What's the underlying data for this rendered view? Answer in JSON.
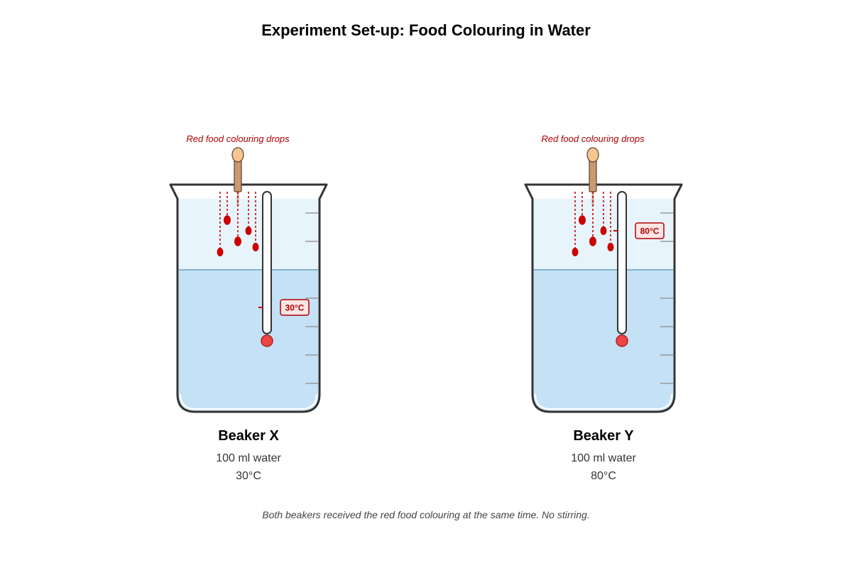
{
  "title": "Experiment Set-up: Food Colouring in Water",
  "footnote": "Both beakers received the red food colouring at the same time. No stirring.",
  "colors": {
    "water_fill": "#c4e1f5",
    "glass_fill": "#e8f4fc",
    "water_line": "#6a9fc4",
    "beaker_outline": "#333333",
    "drop_red": "#cc0000",
    "label_red": "#b00000",
    "bulb_red": "#ee4444",
    "dropper_body": "#c99a6e",
    "dropper_bulb": "#f7c690",
    "temp_box_fill": "#fde5e5"
  },
  "beakers": [
    {
      "name": "Beaker X",
      "volume": "100 ml water",
      "temperature": "30°C",
      "thermometer_reading": "30°C",
      "reading_fraction": 0.15,
      "dropper_label": "Red food colouring drops"
    },
    {
      "name": "Beaker Y",
      "volume": "100 ml water",
      "temperature": "80°C",
      "thermometer_reading": "80°C",
      "reading_fraction": 0.75,
      "dropper_label": "Red food colouring drops"
    }
  ]
}
